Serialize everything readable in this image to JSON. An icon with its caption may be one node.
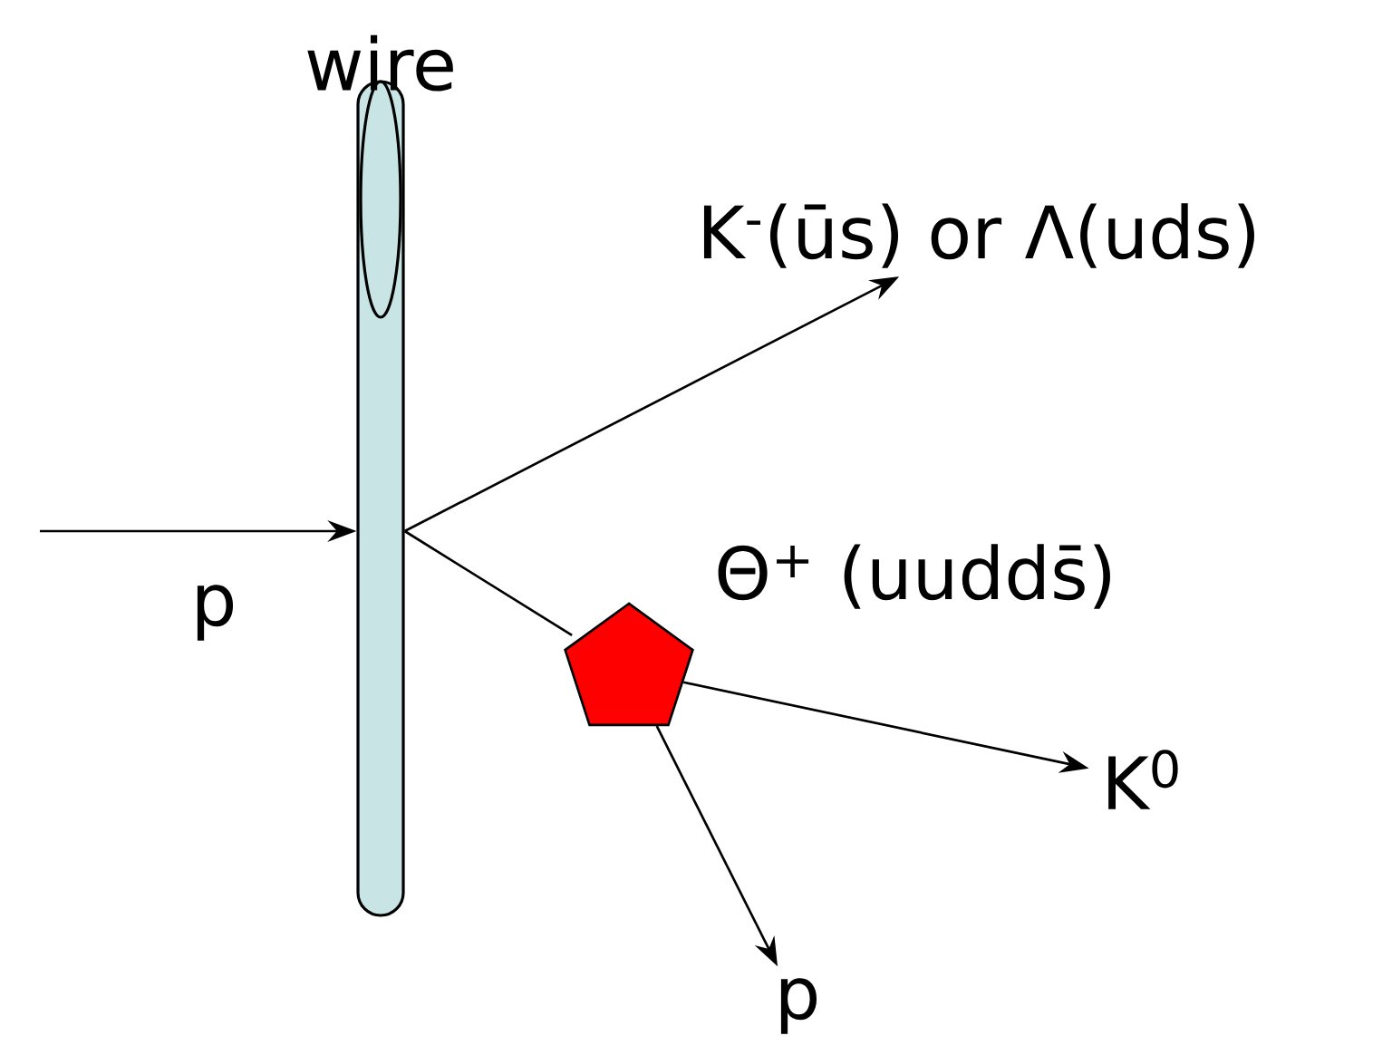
{
  "diagram": {
    "nodes": [
      {
        "text": [
          "wire"
        ]
      },
      {
        "text": [
          "K$^{-}$(ūs) or Λ(uds)"
        ]
      },
      {
        "text": [
          "Θ$^{+}$ (uudds̄)"
        ]
      },
      {
        "text": [
          "K$^{0}$"
        ]
      },
      {
        "text": [
          "p"
        ]
      }
    ],
    "edges": [
      {
        "from": null,
        "to": 0,
        "arrow": "to",
        "label": "p"
      },
      {
        "from": 0,
        "to": 1,
        "arrow": "to"
      },
      {
        "from": 0,
        "to": 2,
        "arrow": "none"
      },
      {
        "from": 2,
        "to": 3,
        "arrow": "to"
      },
      {
        "from": 2,
        "to": 4,
        "arrow": "to"
      }
    ]
  }
}
